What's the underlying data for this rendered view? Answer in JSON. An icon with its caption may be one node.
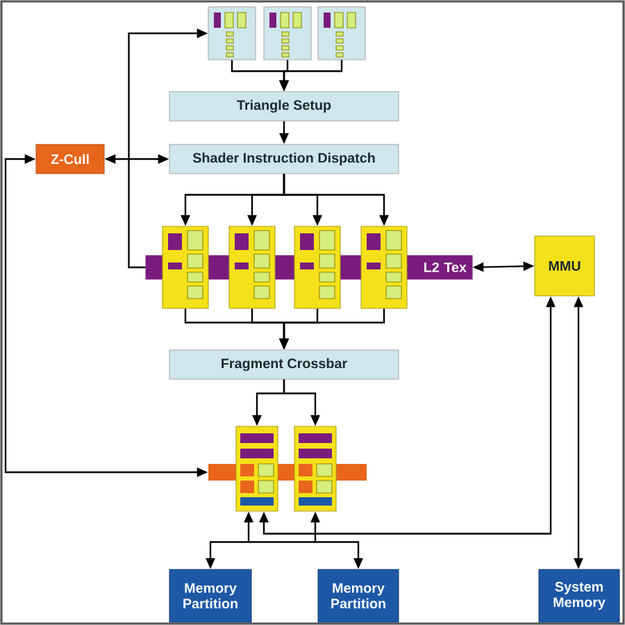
{
  "diagram": {
    "nodes": [
      {
        "text": [],
        "shape": "box"
      },
      {
        "text": [],
        "shape": "box"
      },
      {
        "text": [],
        "shape": "box"
      },
      {
        "text": [
          "Triangle Setup"
        ]
      },
      {
        "text": [
          "Shader Instruction Dispatch"
        ]
      },
      {
        "text": [
          "Z-Cull"
        ]
      },
      {
        "text": [],
        "shape": "box"
      },
      {
        "text": [],
        "shape": "box"
      },
      {
        "text": [],
        "shape": "box"
      },
      {
        "text": [],
        "shape": "box"
      },
      {
        "text": [
          "L2 Tex"
        ]
      },
      {
        "text": [
          "MMU"
        ]
      },
      {
        "text": [
          "Fragment Crossbar"
        ]
      },
      {
        "text": [],
        "shape": "box"
      },
      {
        "text": [],
        "shape": "box"
      },
      {
        "text": [],
        "shape": "bar"
      },
      {
        "text": [
          "Memory Partition"
        ]
      },
      {
        "text": [
          "Memory Partition"
        ]
      },
      {
        "text": [
          "System Memory"
        ]
      }
    ],
    "edges": [
      {
        "from": 0,
        "to": 3,
        "arrow": "to"
      },
      {
        "from": 1,
        "to": 3,
        "arrow": "to"
      },
      {
        "from": 2,
        "to": 3,
        "arrow": "to"
      },
      {
        "from": 3,
        "to": 4,
        "arrow": "to"
      },
      {
        "from": 4,
        "to": 6,
        "arrow": "to"
      },
      {
        "from": 4,
        "to": 7,
        "arrow": "to"
      },
      {
        "from": 4,
        "to": 8,
        "arrow": "to"
      },
      {
        "from": 4,
        "to": 9,
        "arrow": "to"
      },
      {
        "from": 5,
        "to": 4,
        "arrow": "both"
      },
      {
        "from": 10,
        "to": 0,
        "arrow": "to"
      },
      {
        "from": 15,
        "to": 5,
        "arrow": "both"
      },
      {
        "from": 10,
        "to": 11,
        "arrow": "both"
      },
      {
        "from": 6,
        "to": 12,
        "arrow": "to"
      },
      {
        "from": 7,
        "to": 12,
        "arrow": "to"
      },
      {
        "from": 8,
        "to": 12,
        "arrow": "to"
      },
      {
        "from": 9,
        "to": 12,
        "arrow": "to"
      },
      {
        "from": 12,
        "to": 13,
        "arrow": "to"
      },
      {
        "from": 12,
        "to": 14,
        "arrow": "to"
      },
      {
        "from": 16,
        "to": 13,
        "arrow": "both"
      },
      {
        "from": 17,
        "to": 14,
        "arrow": "both"
      },
      {
        "from": 11,
        "to": 13,
        "arrow": "both"
      },
      {
        "from": 11,
        "to": 18,
        "arrow": "both"
      }
    ]
  }
}
